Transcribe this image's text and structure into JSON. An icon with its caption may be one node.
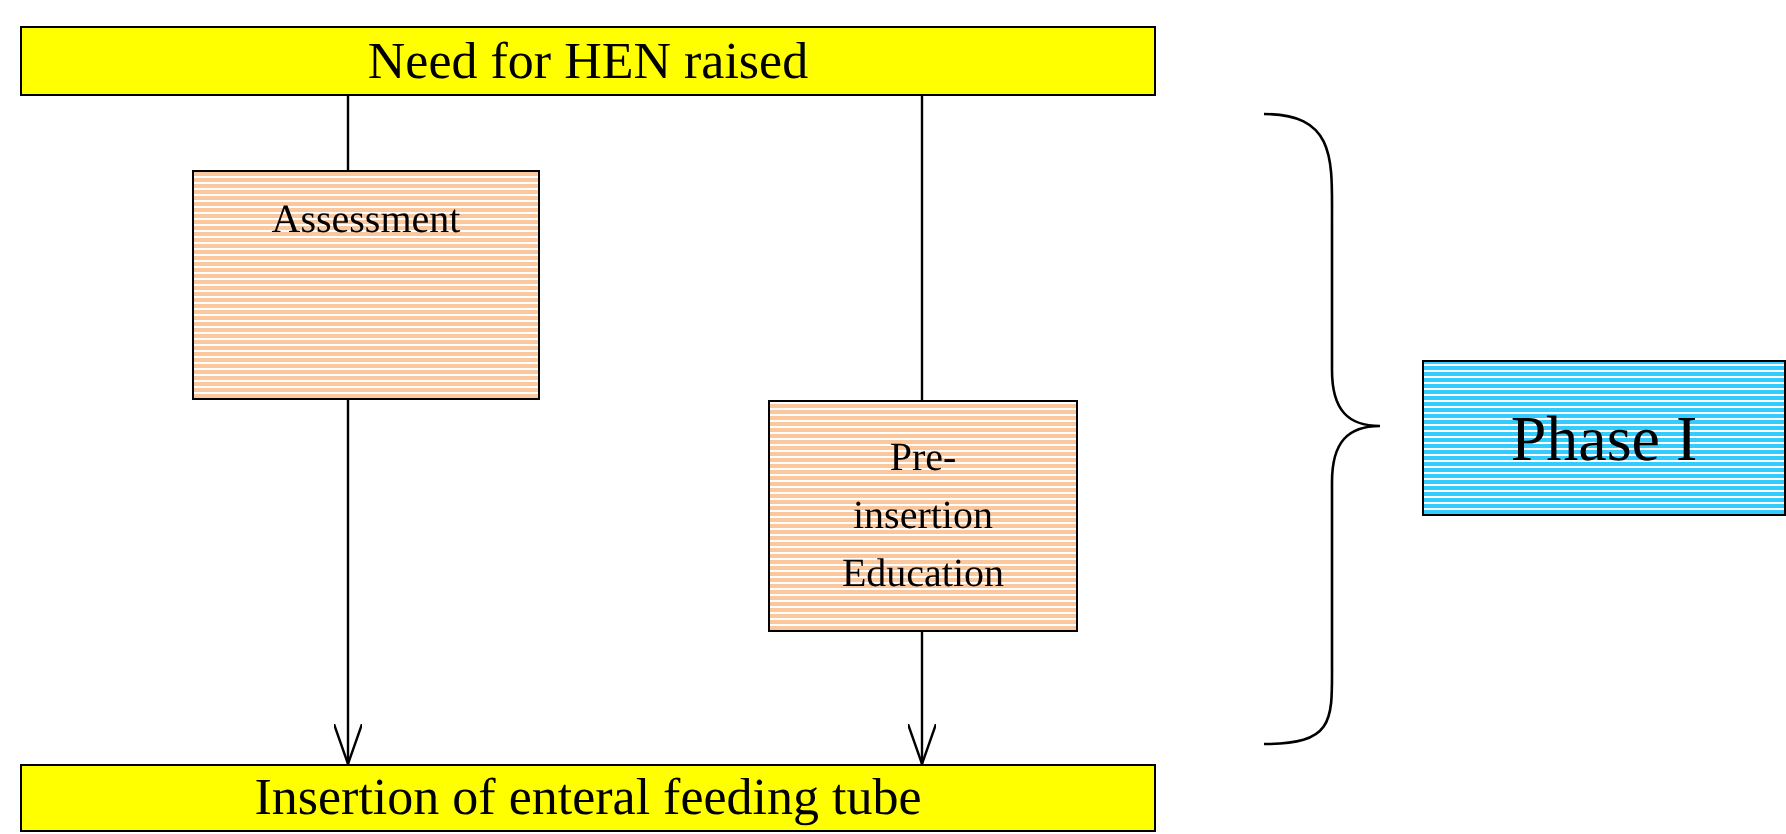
{
  "diagram": {
    "nodes": [
      {
        "text": [
          "Need for HEN raised"
        ]
      },
      {
        "text": [
          "Assessment"
        ]
      },
      {
        "text": [
          "Pre-insertion Education"
        ]
      },
      {
        "text": [
          "Insertion of enteral feeding tube"
        ]
      },
      {
        "text": [
          "Phase I"
        ]
      }
    ],
    "edges": [
      {
        "from": 0,
        "to": 1,
        "arrow": "none"
      },
      {
        "from": 1,
        "to": 3,
        "arrow": "to"
      },
      {
        "from": 0,
        "to": 2,
        "arrow": "none"
      },
      {
        "from": 2,
        "to": 3,
        "arrow": "to"
      }
    ]
  }
}
